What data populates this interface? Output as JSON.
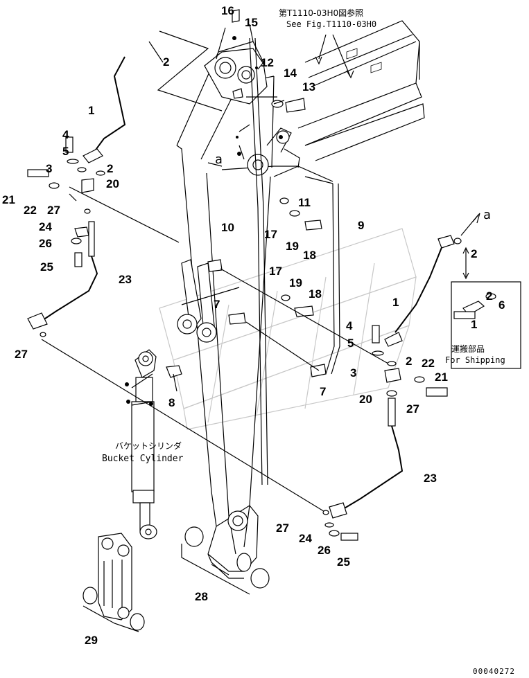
{
  "figure_code": "00040272",
  "reference_note": {
    "jp": "第T1110-03H0図参照",
    "en": "See Fig.T1110-03H0"
  },
  "marker_a": "a",
  "bucket_cylinder": {
    "jp": "バケットシリンダ",
    "en": "Bucket Cylinder"
  },
  "shipping": {
    "jp": "運搬部品",
    "en": "For Shipping"
  },
  "callouts": [
    {
      "id": "c16",
      "text": "16"
    },
    {
      "id": "c15",
      "text": "15"
    },
    {
      "id": "c2a",
      "text": "2"
    },
    {
      "id": "c12",
      "text": "12"
    },
    {
      "id": "c14",
      "text": "14"
    },
    {
      "id": "c13",
      "text": "13"
    },
    {
      "id": "c1a",
      "text": "1"
    },
    {
      "id": "c4a",
      "text": "4"
    },
    {
      "id": "c5a",
      "text": "5"
    },
    {
      "id": "c3a",
      "text": "3"
    },
    {
      "id": "c2b",
      "text": "2"
    },
    {
      "id": "c21a",
      "text": "21"
    },
    {
      "id": "c22a",
      "text": "22"
    },
    {
      "id": "c20a",
      "text": "20"
    },
    {
      "id": "c27a",
      "text": "27"
    },
    {
      "id": "c24a",
      "text": "24"
    },
    {
      "id": "c26a",
      "text": "26"
    },
    {
      "id": "c25a",
      "text": "25"
    },
    {
      "id": "c23a",
      "text": "23"
    },
    {
      "id": "c27b",
      "text": "27"
    },
    {
      "id": "c11",
      "text": "11"
    },
    {
      "id": "c10",
      "text": "10"
    },
    {
      "id": "c17a",
      "text": "17"
    },
    {
      "id": "c9",
      "text": "9"
    },
    {
      "id": "c19a",
      "text": "19"
    },
    {
      "id": "c18a",
      "text": "18"
    },
    {
      "id": "c17b",
      "text": "17"
    },
    {
      "id": "c19b",
      "text": "19"
    },
    {
      "id": "c18b",
      "text": "18"
    },
    {
      "id": "c7a",
      "text": "7"
    },
    {
      "id": "c2c",
      "text": "2"
    },
    {
      "id": "c1b",
      "text": "1"
    },
    {
      "id": "c2d",
      "text": "2"
    },
    {
      "id": "c6",
      "text": "6"
    },
    {
      "id": "c1c",
      "text": "1"
    },
    {
      "id": "c4b",
      "text": "4"
    },
    {
      "id": "c5b",
      "text": "5"
    },
    {
      "id": "c2e",
      "text": "2"
    },
    {
      "id": "c22b",
      "text": "22"
    },
    {
      "id": "c3b",
      "text": "3"
    },
    {
      "id": "c21b",
      "text": "21"
    },
    {
      "id": "c7b",
      "text": "7"
    },
    {
      "id": "c20b",
      "text": "20"
    },
    {
      "id": "c27c",
      "text": "27"
    },
    {
      "id": "c8",
      "text": "8"
    },
    {
      "id": "c23b",
      "text": "23"
    },
    {
      "id": "c27d",
      "text": "27"
    },
    {
      "id": "c24b",
      "text": "24"
    },
    {
      "id": "c26b",
      "text": "26"
    },
    {
      "id": "c25b",
      "text": "25"
    },
    {
      "id": "c28",
      "text": "28"
    },
    {
      "id": "c29",
      "text": "29"
    }
  ]
}
